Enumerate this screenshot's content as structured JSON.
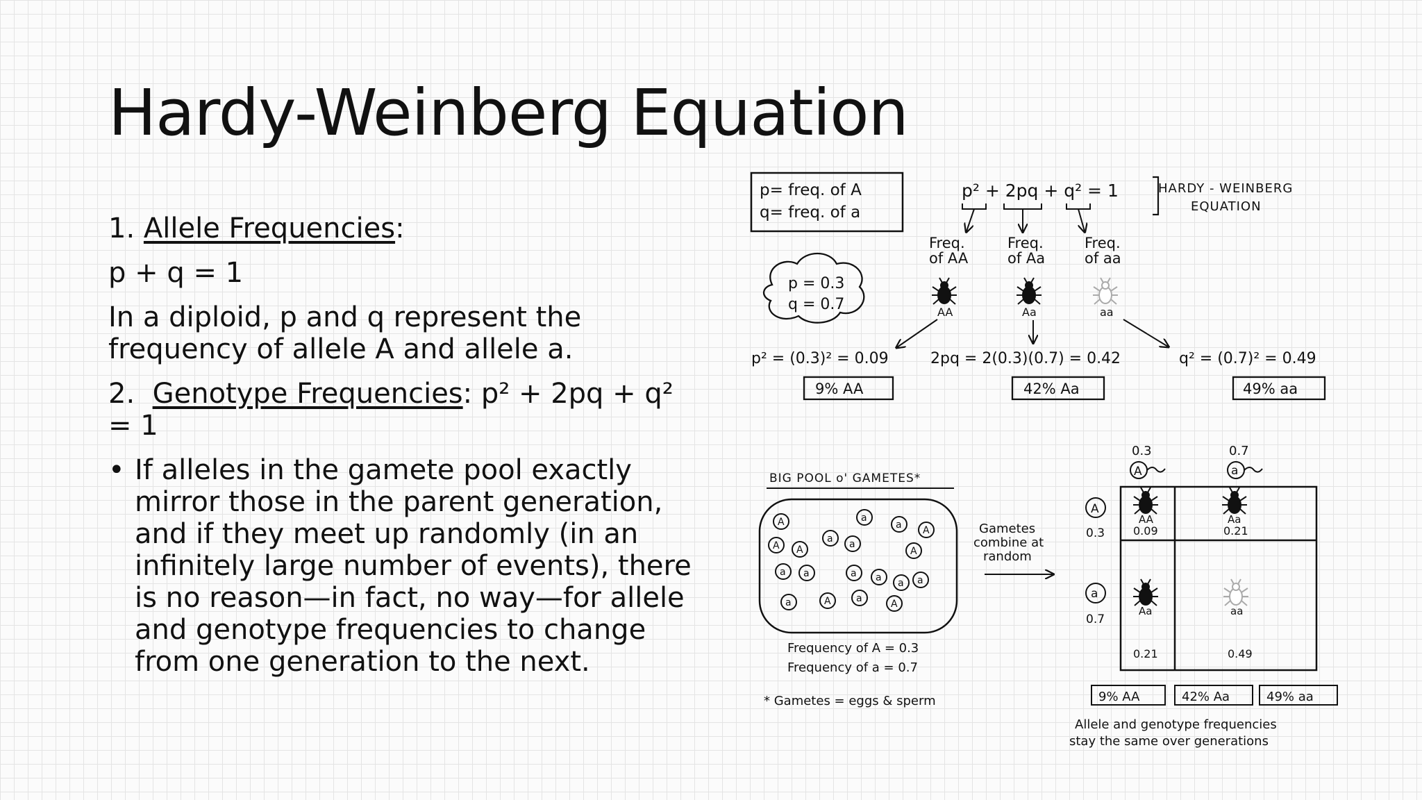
{
  "slide": {
    "title": "Hardy-Weinberg Equation",
    "section1_number": "1.",
    "section1_heading": "Allele Frequencies",
    "section1_colon": ":",
    "equation1": "p + q = 1",
    "diploid_text": "In a diploid, p and q represent the frequency of allele A and allele a.",
    "section2_number": "2.",
    "section2_heading": "Genotype Frequencies",
    "section2_rest": ": p² + 2pq + q² = 1",
    "bullet_symbol": "•",
    "bullet_text": "If alleles in the gamete pool exactly mirror those in the parent generation, and if they meet up randomly (in an infinitely large number of events), there is no reason—in fact, no way—for allele and genotype frequencies to change from one generation to the next."
  },
  "figure": {
    "legend_p": "p= freq. of A",
    "legend_q": "q= freq. of a",
    "equation": "p² + 2pq + q² = 1",
    "equation_label_1": "HARDY - WEINBERG",
    "equation_label_2": "EQUATION",
    "freq_aa_dom_1": "Freq.",
    "freq_aa_dom_2": "of AA",
    "freq_het_1": "Freq.",
    "freq_het_2": "of Aa",
    "freq_aa_rec_1": "Freq.",
    "freq_aa_rec_2": "of aa",
    "cloud_p": "p = 0.3",
    "cloud_q": "q = 0.7",
    "beetle_AA": "AA",
    "beetle_Aa": "Aa",
    "beetle_aa": "aa",
    "calc_p2": "p² = (0.3)² = 0.09",
    "calc_2pq": "2pq = 2(0.3)(0.7) = 0.42",
    "calc_q2": "q² = (0.7)² = 0.49",
    "box_AA": "9% AA",
    "box_Aa": "42% Aa",
    "box_aa": "49% aa",
    "pool_title": "BIG POOL o' GAMETES*",
    "pool_alleles": [
      "A",
      "a",
      "a",
      "A",
      "A",
      "A",
      "a",
      "a",
      "A",
      "a",
      "a",
      "a",
      "a",
      "a",
      "a",
      "a",
      "A",
      "a",
      "A"
    ],
    "pool_freq_A": "Frequency of A = 0.3",
    "pool_freq_a": "Frequency of a = 0.7",
    "gametes_note": "* Gametes = eggs & sperm",
    "combine_1": "Gametes",
    "combine_2": "combine at",
    "combine_3": "random",
    "punnett_top_freq_A": "0.3",
    "punnett_top_freq_a": "0.7",
    "punnett_side_freq_A": "0.3",
    "punnett_side_freq_a": "0.7",
    "allele_A": "A",
    "allele_a": "a",
    "cell_AA_label": "AA",
    "cell_AA_value": "0.09",
    "cell_Aa_top_label": "Aa",
    "cell_Aa_top_value": "0.21",
    "cell_Aa_bottom_label": "Aa",
    "cell_Aa_bottom_value": "0.21",
    "cell_aa_label": "aa",
    "cell_aa_value": "0.49",
    "result_AA": "9% AA",
    "result_Aa": "42% Aa",
    "result_aa": "49% aa",
    "caption_1": "Allele and genotype frequencies",
    "caption_2": "stay the same over generations"
  }
}
